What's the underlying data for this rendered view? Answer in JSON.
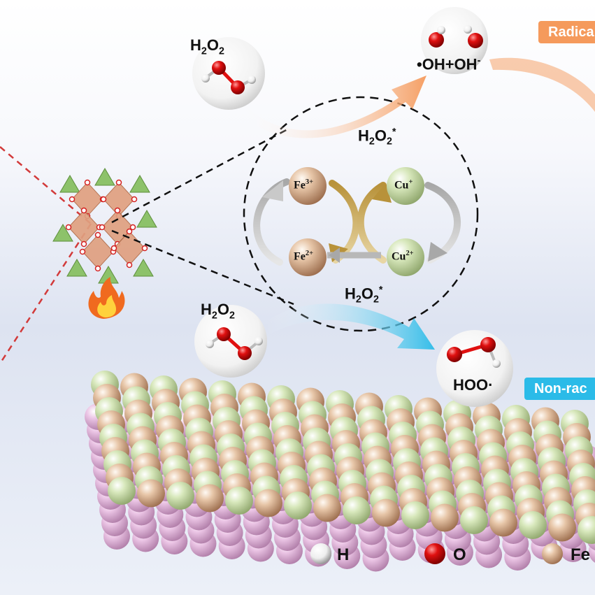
{
  "labels": {
    "h2o2_top": {
      "main": "H",
      "sub1": "2",
      "mid": "O",
      "sub2": "2"
    },
    "h2o2_bottom": {
      "main": "H",
      "sub1": "2",
      "mid": "O",
      "sub2": "2"
    },
    "h2o2_star_top": {
      "main": "H",
      "sub1": "2",
      "mid": "O",
      "sub2": "2",
      "sup": "*"
    },
    "h2o2_star_bottom": {
      "main": "H",
      "sub1": "2",
      "mid": "O",
      "sub2": "2",
      "sup": "*"
    },
    "oh_product": {
      "text": "•OH+OH",
      "sup": "-"
    },
    "hoo_product": "HOO·",
    "radical_tag": "Radica",
    "nonrad_tag": "Non-rac"
  },
  "redox": {
    "fe3": {
      "main": "Fe",
      "sup": "3+"
    },
    "fe2": {
      "main": "Fe",
      "sup": "2+"
    },
    "cu1": {
      "main": "Cu",
      "sup": "+"
    },
    "cu2": {
      "main": "Cu",
      "sup": "2+"
    }
  },
  "legend": [
    {
      "label": "H",
      "color": "#ffffff"
    },
    {
      "label": "O",
      "color": "#e01010"
    },
    {
      "label": "Fe",
      "color": "#d9b08f"
    }
  ],
  "colors": {
    "radical": "#f59a5c",
    "nonradical": "#2bbbe8",
    "fe_atom": "#d9b08f",
    "cu_atom": "#c9dcaa",
    "sub_atom": "#e4b7dc",
    "o_atom": "#e01010"
  }
}
